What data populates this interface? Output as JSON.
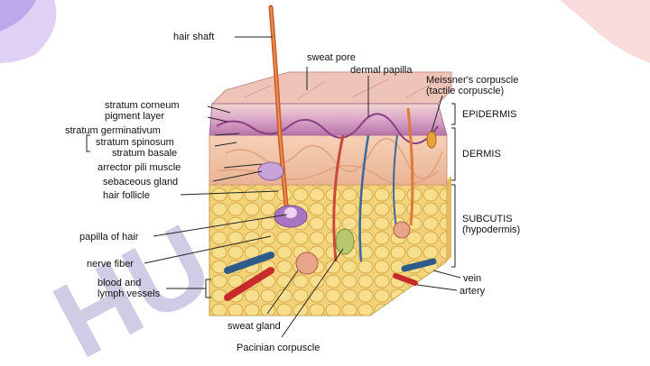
{
  "labels": {
    "hair_shaft": "hair shaft",
    "sweat_pore": "sweat pore",
    "dermal_papilla": "dermal papilla",
    "meissner_line1": "Meissner's corpuscle",
    "meissner_line2": "(tactile corpuscle)",
    "stratum_corneum": "stratum corneum",
    "pigment_layer": "pigment layer",
    "stratum_germinativum": "stratum germinativum",
    "stratum_spinosum": "stratum spinosum",
    "stratum_basale": "stratum basale",
    "arrector_pili": "arrector pili muscle",
    "sebaceous_gland": "sebaceous gland",
    "hair_follicle": "hair follicle",
    "papilla_of_hair": "papilla of hair",
    "nerve_fiber": "nerve fiber",
    "blood_vessels_line1": "blood and",
    "blood_vessels_line2": "lymph vessels",
    "sweat_gland": "sweat gland",
    "pacinian": "Pacinian corpuscle",
    "epidermis": "EPIDERMIS",
    "dermis": "DERMIS",
    "subcutis_line1": "SUBCUTIS",
    "subcutis_line2": "(hypodermis)",
    "vein": "vein",
    "artery": "artery"
  },
  "watermark": "HU.Z.4",
  "colors": {
    "epidermis": "#d8a8c8",
    "dermis": "#f2c7a7",
    "fat": "#f0cf6a",
    "hair": "#d2692f",
    "vein": "#2f5c8a",
    "artery": "#c72a2a",
    "watermark": "#a89ce0"
  }
}
